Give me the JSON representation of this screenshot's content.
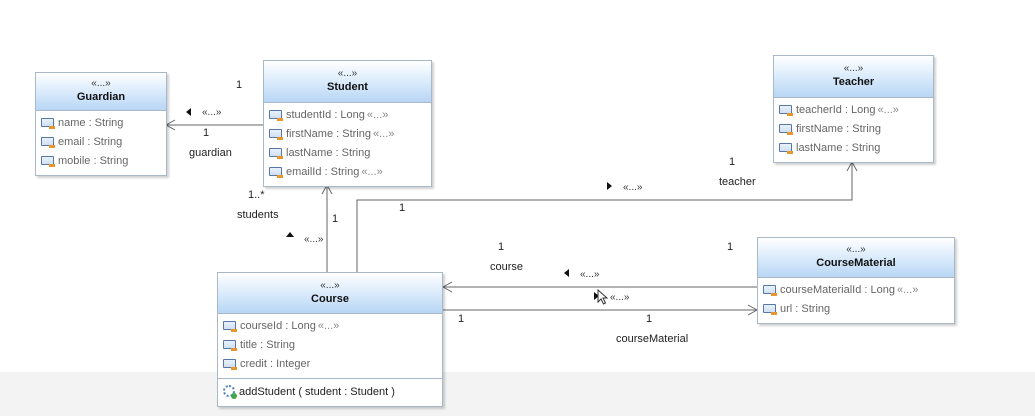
{
  "classes": {
    "guardian": {
      "stereotype": "«...»",
      "name": "Guardian",
      "attributes": [
        {
          "text": "name : String",
          "stereo": ""
        },
        {
          "text": "email : String",
          "stereo": ""
        },
        {
          "text": "mobile : String",
          "stereo": ""
        }
      ]
    },
    "student": {
      "stereotype": "«...»",
      "name": "Student",
      "attributes": [
        {
          "text": "studentId : Long",
          "stereo": "«...»"
        },
        {
          "text": "firstName : String",
          "stereo": "«...»"
        },
        {
          "text": "lastName : String",
          "stereo": ""
        },
        {
          "text": "emailId : String",
          "stereo": "«...»"
        }
      ]
    },
    "teacher": {
      "stereotype": "«...»",
      "name": "Teacher",
      "attributes": [
        {
          "text": "teacherId : Long",
          "stereo": "«...»"
        },
        {
          "text": "firstName : String",
          "stereo": ""
        },
        {
          "text": "lastName : String",
          "stereo": ""
        }
      ]
    },
    "course": {
      "stereotype": "«...»",
      "name": "Course",
      "attributes": [
        {
          "text": "courseId : Long",
          "stereo": "«...»"
        },
        {
          "text": "title : String",
          "stereo": ""
        },
        {
          "text": "credit : Integer",
          "stereo": ""
        }
      ],
      "operations": [
        {
          "text": "addStudent ( student : Student )"
        }
      ]
    },
    "coursematerial": {
      "stereotype": "«...»",
      "name": "CourseMaterial",
      "attributes": [
        {
          "text": "courseMaterialId : Long",
          "stereo": "«...»"
        },
        {
          "text": "url : String",
          "stereo": ""
        }
      ]
    }
  },
  "associations": {
    "student_guardian": {
      "mult_top": "1",
      "mult_bottom": "1",
      "role": "guardian",
      "stereotype": "«...»"
    },
    "course_student": {
      "mult_student": "1..*",
      "role": "students",
      "mult_course": "1",
      "stereotype": "«...»"
    },
    "course_teacher": {
      "mult_course": "1",
      "mult_teacher": "1",
      "role": "teacher",
      "stereotype": "«...»"
    },
    "course_material": {
      "mult_course_top": "1",
      "role_course": "course",
      "stereotype_top": "«...»",
      "mult_material_top": "1",
      "mult_course_bottom": "1",
      "mult_material_bottom": "1",
      "role_material": "courseMaterial",
      "stereotype_bottom": "«...»"
    }
  },
  "icons": {
    "attribute": "field-icon",
    "operation": "method-icon",
    "navigation": "direction-triangle-icon"
  }
}
